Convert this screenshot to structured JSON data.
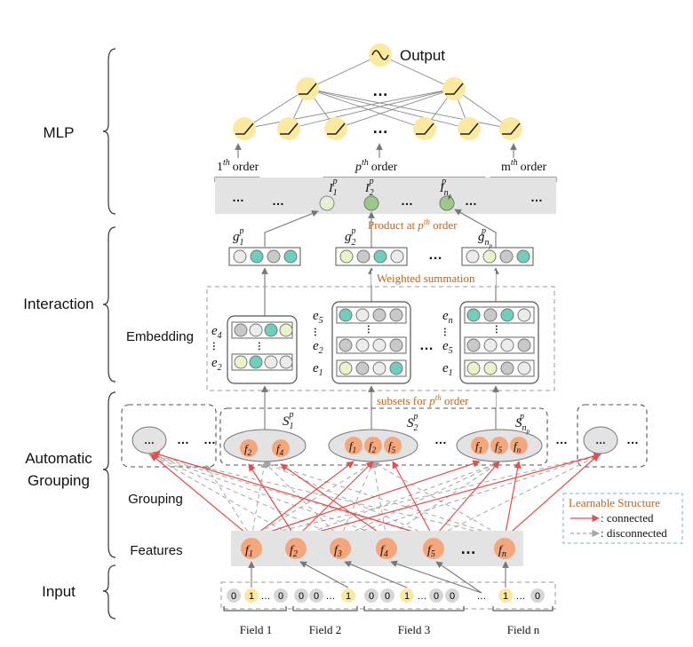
{
  "sections": {
    "mlp": "MLP",
    "interaction": "Interaction",
    "grouping_line1": "Automatic",
    "grouping_line2": "Grouping",
    "input": "Input"
  },
  "sub_labels": {
    "embedding": "Embedding",
    "grouping": "Grouping",
    "features": "Features"
  },
  "output_label": "Output",
  "ellipsis": "…",
  "orders": {
    "first_base": "1",
    "first_sup": "th",
    "first_word": "order",
    "p_base": "p",
    "p_sup": "th",
    "p_word": "order",
    "m_base": "m",
    "m_sup": "th",
    "m_word": "order"
  },
  "annotations": {
    "product_text": "Product at ",
    "product_p": "p",
    "product_sup": "th",
    "product_tail": " order",
    "weighted": "Weighted summation",
    "subsets_text": "subsets for ",
    "subsets_p": "p",
    "subsets_sup": "th",
    "subsets_tail": " order"
  },
  "legend": {
    "title": "Learnable Structure",
    "connected": ": connected",
    "disconnected": ": disconnected"
  },
  "fields": [
    "Field 1",
    "Field 2",
    "Field 3",
    "Field n"
  ],
  "features": [
    "f1",
    "f2",
    "f3",
    "f4",
    "f5",
    "fn"
  ],
  "input_bits": [
    "0",
    "1",
    "…",
    "0",
    "0",
    "0",
    "…",
    "1",
    "0",
    "0",
    "1",
    "…",
    "0",
    "0",
    "…",
    "1",
    "…",
    "0"
  ],
  "colors": {
    "neuron_fill": "#fbe9a0",
    "feature_fill": "#f5a67a",
    "gray_band": "#e3e3e3",
    "teal": "#6fcfbd",
    "light_green": "#e9f5c9",
    "gray_cell": "#c9c9c9",
    "connected": "#e84c4c",
    "disconnected": "#a6a6a6",
    "orange_text": "#c0641b"
  }
}
